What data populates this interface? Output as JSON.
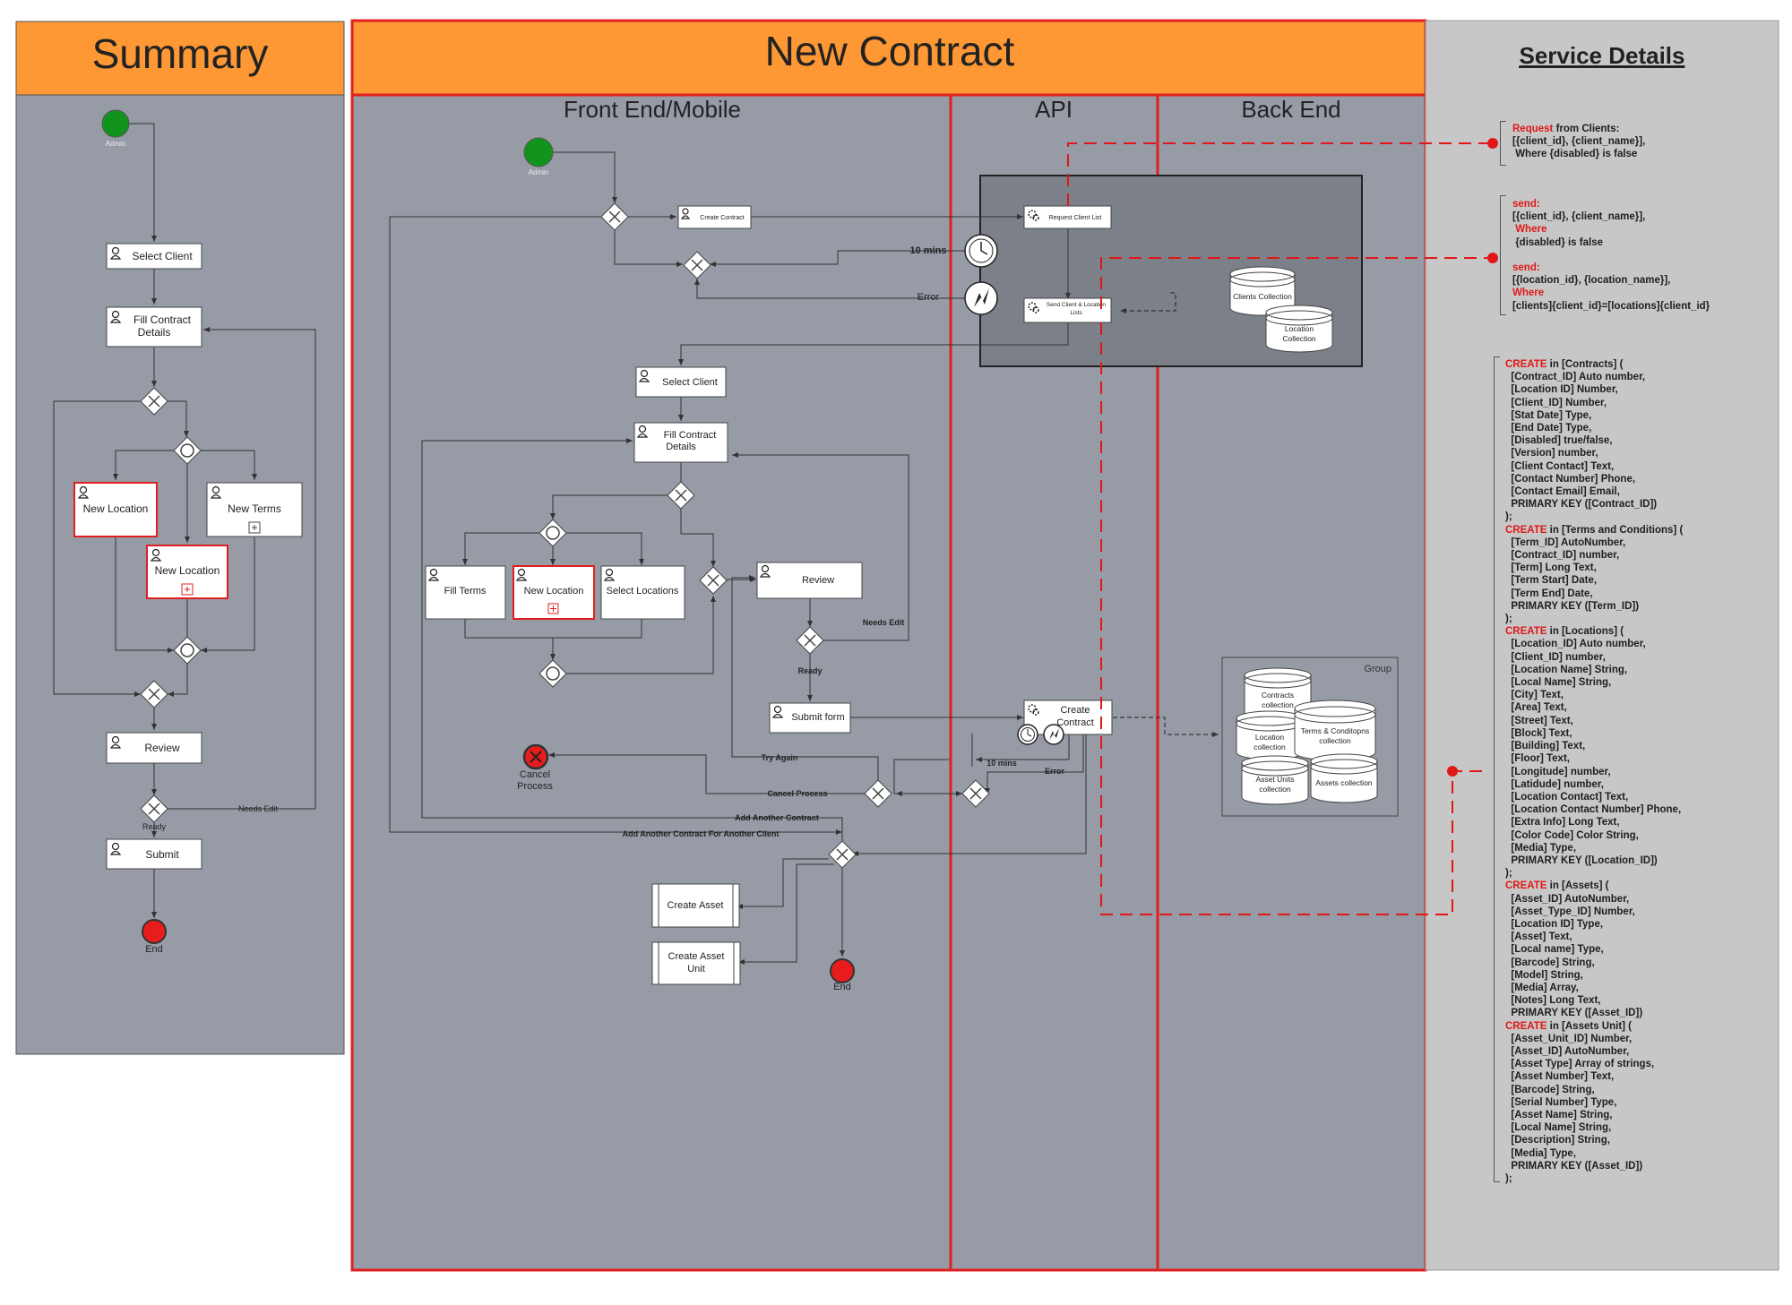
{
  "pools": {
    "summary": {
      "title": "Summary"
    },
    "new_contract": {
      "title": "New Contract"
    },
    "service_details": {
      "title": "Service Details"
    }
  },
  "lanes": {
    "front_end": "Front End/Mobile",
    "api": "API",
    "back_end": "Back End"
  },
  "summary_flow": {
    "start_label": "Admin",
    "select_client": "Select Client",
    "fill_contract_details": "Fill Contract Details",
    "new_location_a": "New Location",
    "new_terms": "New Terms",
    "new_location_b": "New Location",
    "review": "Review",
    "needs_edit": "Needs Edit",
    "ready": "Ready",
    "submit": "Submit",
    "end_label": "End"
  },
  "front_end_flow": {
    "start_label": "Admin",
    "create_contract": "Create Contract",
    "select_client": "Select Client",
    "fill_contract_details": "Fill Contract Details",
    "fill_terms": "Fill Terms",
    "new_location": "New Location",
    "select_locations": "Select Locations",
    "review": "Review",
    "needs_edit": "Needs Edit",
    "ready": "Ready",
    "submit_form": "Submit form",
    "cancel_process_end": "Cancel Process",
    "try_again": "Try Again",
    "cancel_process": "Cancel Process",
    "add_another_contract": "Add Another Contract",
    "add_another_contract_client": "Add Another Contract For Another Client",
    "create_asset": "Create Asset",
    "create_asset_unit": "Create Asset Unit",
    "end_label": "End"
  },
  "api_flow": {
    "request_client_list": "Request Client List",
    "send_lists": "Send Client & Location Lists",
    "ten_mins": "10 mins",
    "error": "Error",
    "create_contract": "Create Contract",
    "ten_mins_b": "10 mins",
    "error_b": "Error"
  },
  "back_end": {
    "clients_collection": "Clients Collection",
    "location_collection": "Location Collection",
    "group_label": "Group",
    "contracts_collection": "Contracts collection",
    "location_collection_b": "Location collection",
    "terms_collection": "Terms & Conditopns collection",
    "asset_units_collection": "Asset Units collection",
    "assets_collection": "Assets collection"
  },
  "service_notes": {
    "request": {
      "keyword": "Request",
      "line1_rest": " from Clients:",
      "line2": "[{client_id}, {client_name}],",
      "line3": " Where {disabled} is false"
    },
    "send": {
      "kw1": "send:",
      "l1": "[{client_id}, {client_name}],",
      "kw2": " Where",
      "l2": " {disabled} is false",
      "kw3": "send:",
      "l3": "[{location_id}, {location_name}],",
      "kw4": "Where",
      "l4": "[clients]{client_id}=[locations]{client_id}"
    },
    "create": [
      {
        "kw": "CREATE",
        "rest": " in [Contracts] ("
      },
      {
        "text": "  [Contract_ID] Auto number,"
      },
      {
        "text": "  [Location ID] Number,"
      },
      {
        "text": "  [Client_ID] Number,"
      },
      {
        "text": "  [Stat Date] Type,"
      },
      {
        "text": "  [End Date] Type,"
      },
      {
        "text": "  [Disabled] true/false,"
      },
      {
        "text": "  [Version] number,"
      },
      {
        "text": "  [Client Contact] Text,"
      },
      {
        "text": "  [Contact Number] Phone,"
      },
      {
        "text": "  [Contact Email] Email,"
      },
      {
        "text": "  PRIMARY KEY ([Contract_ID])"
      },
      {
        "text": ");"
      },
      {
        "kw": "CREATE",
        "rest": " in [Terms and Conditions] ("
      },
      {
        "text": "  [Term_ID] AutoNumber,"
      },
      {
        "text": "  [Contract_ID] number,"
      },
      {
        "text": "  [Term] Long Text,"
      },
      {
        "text": "  [Term Start] Date,"
      },
      {
        "text": "  [Term End] Date,"
      },
      {
        "text": "  PRIMARY KEY ([Term_ID])"
      },
      {
        "text": ");"
      },
      {
        "kw": "CREATE",
        "rest": " in [Locations] ("
      },
      {
        "text": "  [Location_ID] Auto number,"
      },
      {
        "text": "  [Client_ID] number,"
      },
      {
        "text": "  [Location Name] String,"
      },
      {
        "text": "  [Local Name] String,"
      },
      {
        "text": "  [City] Text,"
      },
      {
        "text": "  [Area] Text,"
      },
      {
        "text": "  [Street] Text,"
      },
      {
        "text": "  [Block] Text,"
      },
      {
        "text": "  [Building] Text,"
      },
      {
        "text": "  [Floor] Text,"
      },
      {
        "text": "  [Longitude] number,"
      },
      {
        "text": "  [Latidude] number,"
      },
      {
        "text": "  [Location Contact] Text,"
      },
      {
        "text": "  [Location Contact Number] Phone,"
      },
      {
        "text": "  [Extra Info] Long Text,"
      },
      {
        "text": "  [Color Code] Color String,"
      },
      {
        "text": "  [Media] Type,"
      },
      {
        "text": "  PRIMARY KEY ([Location_ID])"
      },
      {
        "text": ");"
      },
      {
        "kw": "CREATE",
        "rest": " in [Assets] ("
      },
      {
        "text": "  [Asset_ID] AutoNumber,"
      },
      {
        "text": "  [Asset_Type_ID] Number,"
      },
      {
        "text": "  [Location ID] Type,"
      },
      {
        "text": "  [Asset] Text,"
      },
      {
        "text": "  [Local name] Type,"
      },
      {
        "text": "  [Barcode] String,"
      },
      {
        "text": "  [Model] String,"
      },
      {
        "text": "  [Media] Array,"
      },
      {
        "text": "  [Notes] Long Text,"
      },
      {
        "text": "  PRIMARY KEY ([Asset_ID])"
      },
      {
        "kw": "CREATE",
        "rest": " in [Assets Unit] ("
      },
      {
        "text": "  [Asset_Unit_ID] Number,"
      },
      {
        "text": "  [Asset_ID] AutoNumber,"
      },
      {
        "text": "  [Asset Type] Array of strings,"
      },
      {
        "text": "  [Asset Number] Text,"
      },
      {
        "text": "  [Barcode] String,"
      },
      {
        "text": "  [Serial Number] Type,"
      },
      {
        "text": "  [Asset Name] String,"
      },
      {
        "text": "  [Local Name] String,"
      },
      {
        "text": "  [Description] String,"
      },
      {
        "text": "  [Media] Type,"
      },
      {
        "text": "  PRIMARY KEY ([Asset_ID])"
      },
      {
        "text": ");"
      }
    ]
  },
  "colors": {
    "header_orange": "#fd9834",
    "lane_gray": "#969ba6",
    "group_gray": "#7b8089",
    "pool_red": "#e02020",
    "start_green": "#12931c",
    "end_red": "#e81c1c",
    "service_bg": "#c7c7c7"
  }
}
